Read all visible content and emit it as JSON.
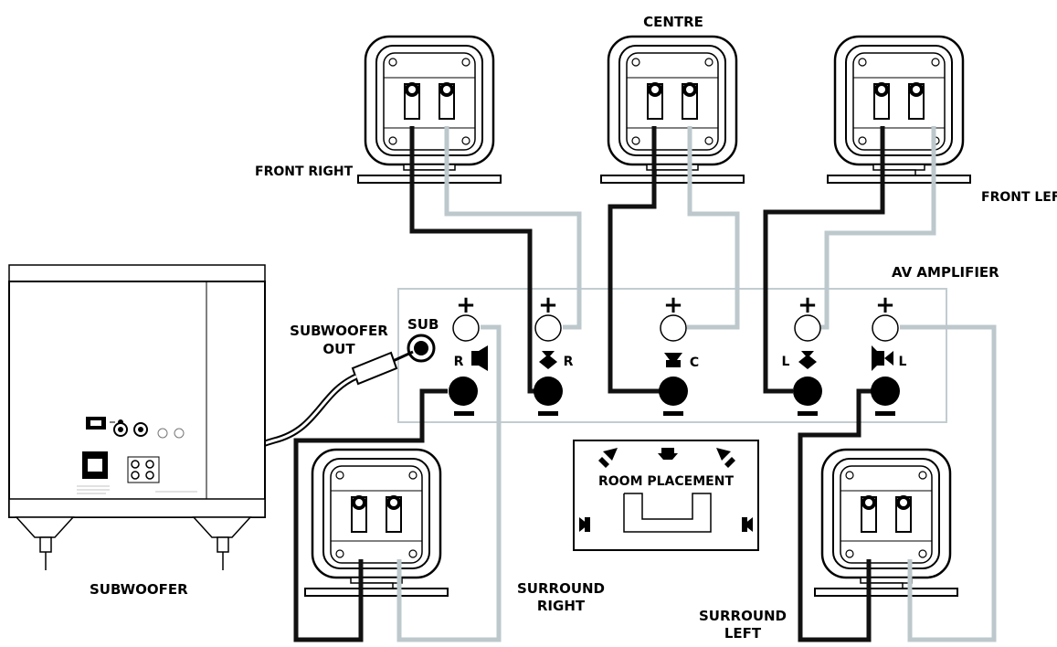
{
  "labels": {
    "centre": "CENTRE",
    "front_right": "FRONT RIGHT",
    "front_left": "FRONT LEFT",
    "av_amplifier": "AV AMPLIFIER",
    "subwoofer_out_line1": "SUBWOOFER",
    "subwoofer_out_line2": "OUT",
    "sub": "SUB",
    "subwoofer": "SUBWOOFER",
    "room_placement": "ROOM PLACEMENT",
    "surround_right_line1": "SURROUND",
    "surround_right_line2": "RIGHT",
    "surround_left_line1": "SURROUND",
    "surround_left_line2": "LEFT"
  },
  "terminals": {
    "plus": "+",
    "minus": "−",
    "r": "R",
    "c": "C",
    "l": "L"
  },
  "colors": {
    "black_wire": "#111111",
    "grey_wire": "#bdc8cc",
    "outline": "#000000",
    "amp_border": "#c2ccd0"
  }
}
